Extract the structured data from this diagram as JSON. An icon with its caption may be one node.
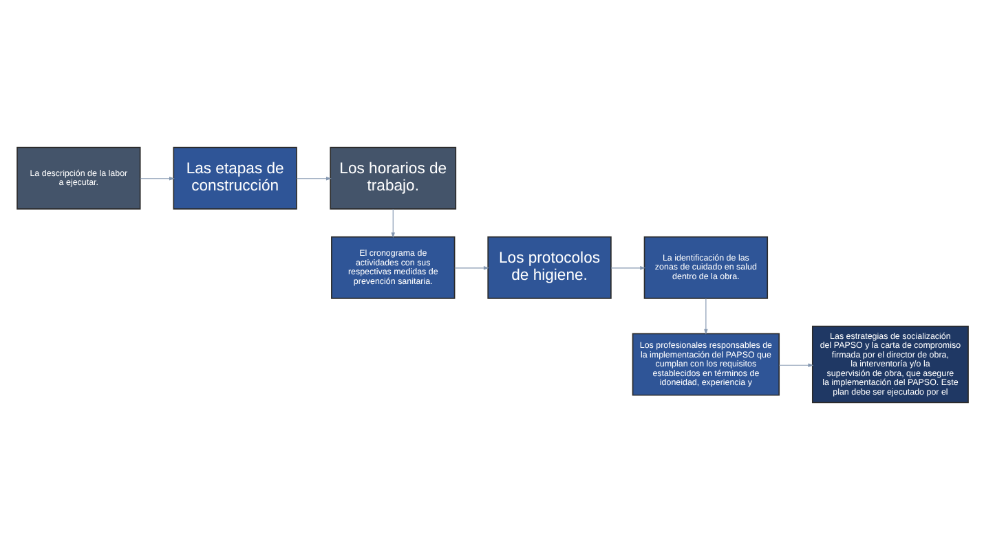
{
  "diagram": {
    "nodes": [
      {
        "text": [
          "La descripción de la labor a ejecutar."
        ]
      },
      {
        "text": [
          "Las etapas de construcción"
        ]
      },
      {
        "text": [
          "Los horarios de trabajo."
        ]
      },
      {
        "text": [
          "El cronograma de actividades con sus respectivas medidas de prevención sanitaria."
        ]
      },
      {
        "text": [
          "Los protocolos de higiene."
        ]
      },
      {
        "text": [
          "La identificación de las zonas de cuidado en salud dentro de la obra."
        ]
      },
      {
        "text": [
          "Los profesionales responsables de la implementación del PAPSO que cumplan con los requisitos establecidos en términos de idoneidad, experiencia y"
        ]
      },
      {
        "text": [
          "Las estrategias de socialización del PAPSO y la carta de compromiso firmada por el director de obra, la interventoría y/o la supervisión de obra, que asegure la implementación del PAPSO. Este plan debe ser ejecutado por el"
        ]
      }
    ],
    "edges": [
      {
        "from": 0,
        "to": 1,
        "arrow": "to"
      },
      {
        "from": 1,
        "to": 2,
        "arrow": "to"
      },
      {
        "from": 2,
        "to": 3,
        "arrow": "to"
      },
      {
        "from": 3,
        "to": 4,
        "arrow": "to"
      },
      {
        "from": 4,
        "to": 5,
        "arrow": "to"
      },
      {
        "from": 5,
        "to": 6,
        "arrow": "to"
      },
      {
        "from": 6,
        "to": 7,
        "arrow": "to"
      }
    ]
  }
}
